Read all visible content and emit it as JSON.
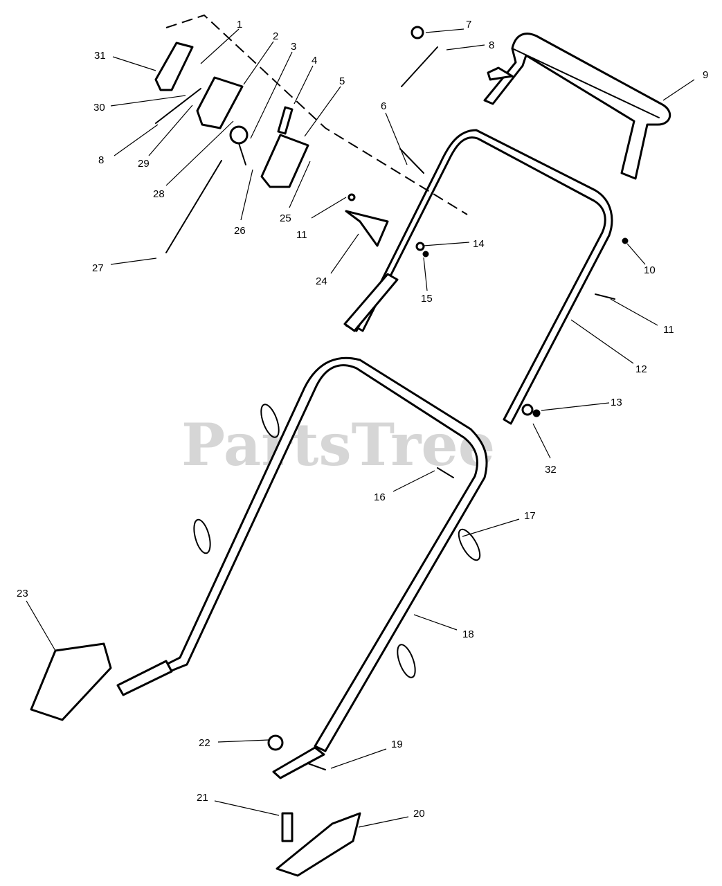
{
  "watermark": "PartsTree",
  "callouts": [
    {
      "number": "1"
    },
    {
      "number": "2"
    },
    {
      "number": "3"
    },
    {
      "number": "4"
    },
    {
      "number": "5"
    },
    {
      "number": "6"
    },
    {
      "number": "7"
    },
    {
      "number": "8"
    },
    {
      "number": "8"
    },
    {
      "number": "9"
    },
    {
      "number": "10"
    },
    {
      "number": "11"
    },
    {
      "number": "11"
    },
    {
      "number": "12"
    },
    {
      "number": "13"
    },
    {
      "number": "14"
    },
    {
      "number": "15"
    },
    {
      "number": "16"
    },
    {
      "number": "17"
    },
    {
      "number": "18"
    },
    {
      "number": "19"
    },
    {
      "number": "20"
    },
    {
      "number": "21"
    },
    {
      "number": "22"
    },
    {
      "number": "23"
    },
    {
      "number": "24"
    },
    {
      "number": "25"
    },
    {
      "number": "26"
    },
    {
      "number": "27"
    },
    {
      "number": "28"
    },
    {
      "number": "29"
    },
    {
      "number": "30"
    },
    {
      "number": "31"
    },
    {
      "number": "32"
    }
  ],
  "colors": {
    "line": "#000000",
    "background": "#ffffff",
    "watermark": "#c8c8c8"
  }
}
